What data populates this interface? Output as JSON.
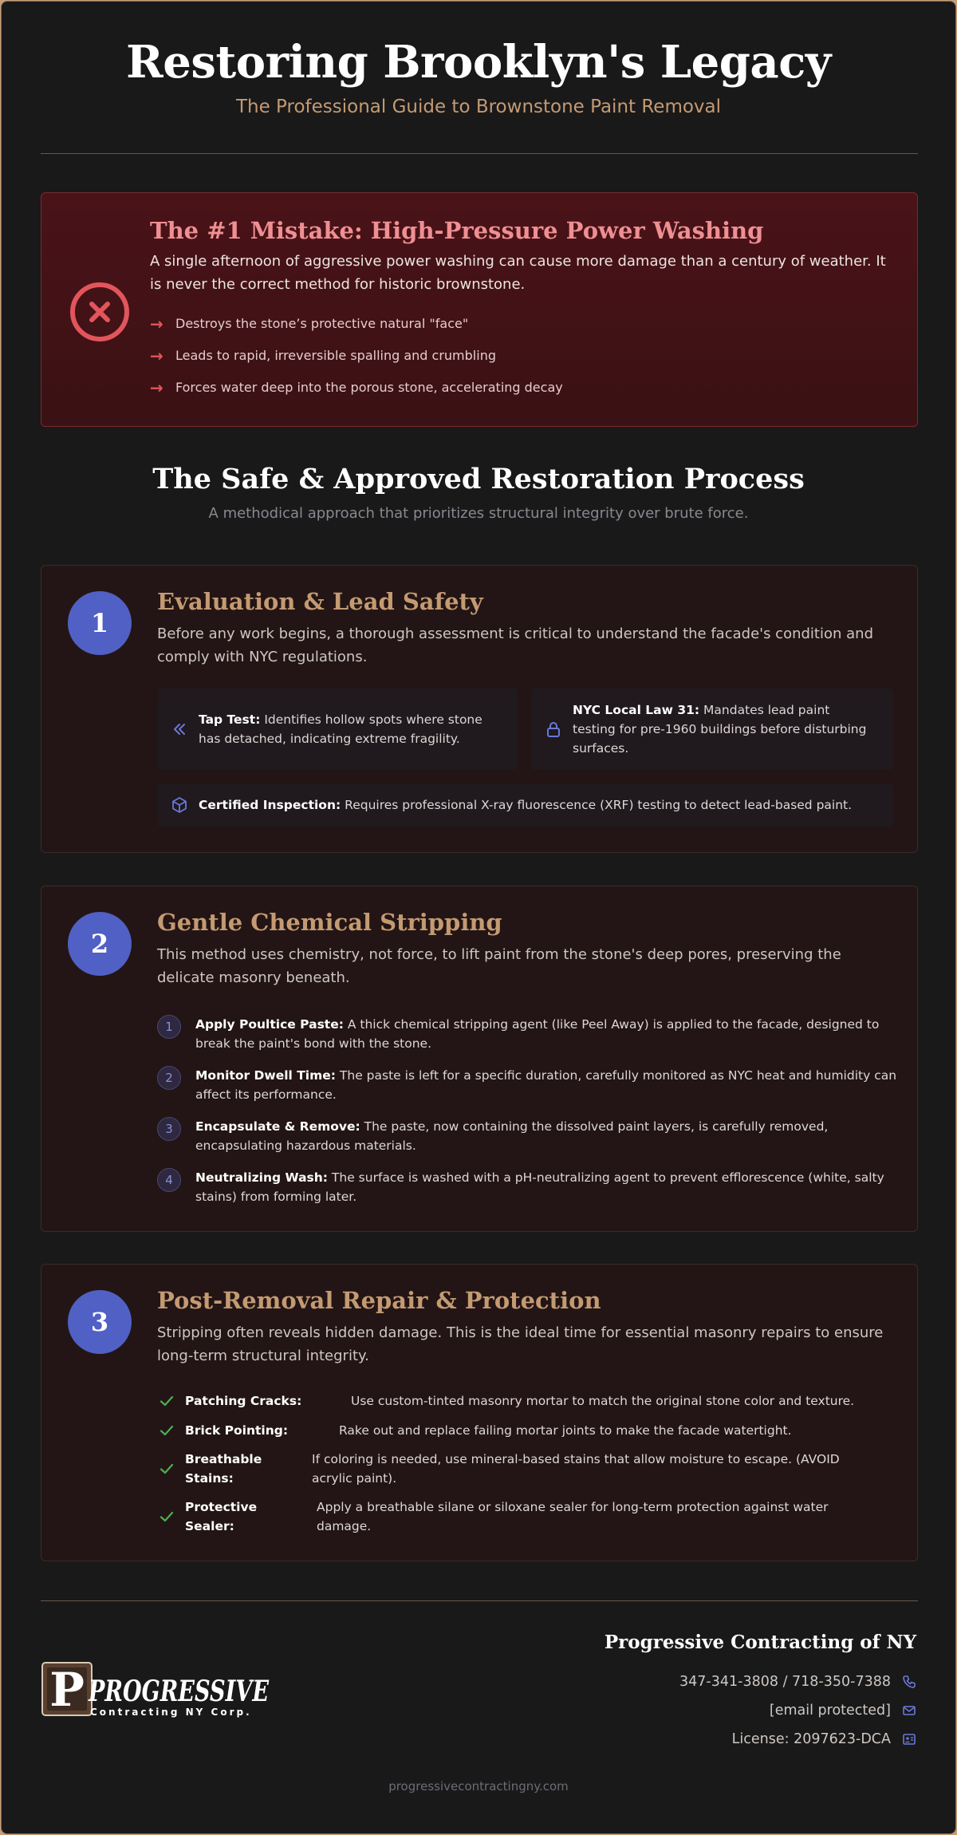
{
  "header": {
    "title": "Restoring Brooklyn's Legacy",
    "subtitle": "The Professional Guide to Brownstone Paint Removal"
  },
  "warning": {
    "icon": "x-circle-icon",
    "title": "The #1 Mistake: High-Pressure Power Washing",
    "text": "A single afternoon of aggressive power washing can cause more damage than a century of weather. It is never the correct method for historic brownstone.",
    "items": [
      "Destroys the stone’s protective natural \"face\"",
      "Leads to rapid, irreversible spalling and crumbling",
      "Forces water deep into the porous stone, accelerating decay"
    ]
  },
  "process": {
    "title": "The Safe & Approved Restoration Process",
    "subtitle": "A methodical approach that prioritizes structural integrity over brute force."
  },
  "steps": [
    {
      "number": "1",
      "title": "Evaluation & Lead Safety",
      "description": "Before any work begins, a thorough assessment is critical to understand the facade's condition and comply with NYC regulations.",
      "boxes": [
        {
          "icon": "double-chevron-left-icon",
          "label": "Tap Test:",
          "text": " Identifies hollow spots where stone has detached, indicating extreme fragility."
        },
        {
          "icon": "lock-icon",
          "label": "NYC Local Law 31:",
          "text": " Mandates lead paint testing for pre-1960 buildings before disturbing surfaces."
        },
        {
          "icon": "cube-icon",
          "label": "Certified Inspection:",
          "text": " Requires professional X-ray fluorescence (XRF) testing to detect lead-based paint."
        }
      ]
    },
    {
      "number": "2",
      "title": "Gentle Chemical Stripping",
      "description": "This method uses chemistry, not force, to lift paint from the stone's deep pores, preserving the delicate masonry beneath.",
      "items": [
        {
          "n": "1",
          "label": "Apply Poultice Paste:",
          "text": " A thick chemical stripping agent (like Peel Away) is applied to the facade, designed to break the paint's bond with the stone."
        },
        {
          "n": "2",
          "label": "Monitor Dwell Time:",
          "text": " The paste is left for a specific duration, carefully monitored as NYC heat and humidity can affect its performance."
        },
        {
          "n": "3",
          "label": "Encapsulate & Remove:",
          "text": " The paste, now containing the dissolved paint layers, is carefully removed, encapsulating hazardous materials."
        },
        {
          "n": "4",
          "label": "Neutralizing Wash:",
          "text": " The surface is washed with a pH-neutralizing agent to prevent efflorescence (white, salty stains) from forming later."
        }
      ]
    },
    {
      "number": "3",
      "title": "Post-Removal Repair & Protection",
      "description": "Stripping often reveals hidden damage. This is the ideal time for essential masonry repairs to ensure long-term structural integrity.",
      "items": [
        {
          "icon": "check-icon",
          "label": "Patching Cracks:",
          "text": "Use custom-tinted masonry mortar to match the original stone color and texture."
        },
        {
          "icon": "check-icon",
          "label": "Brick Pointing:",
          "text": "Rake out and replace failing mortar joints to make the facade watertight."
        },
        {
          "icon": "check-icon",
          "label": "Breathable Stains:",
          "text": "If coloring is needed, use mineral-based stains that allow moisture to escape. (AVOID acrylic paint)."
        },
        {
          "icon": "check-icon",
          "label": "Protective Sealer:",
          "text": "Apply a breathable silane or siloxane sealer for long-term protection against water damage."
        }
      ]
    }
  ],
  "footer": {
    "logo_text": "PROGRESSIVE",
    "logo_subtext": "Contracting NY Corp.",
    "company": "Progressive Contracting of NY",
    "phone": "347-341-3808 / 718-350-7388",
    "email": "[email protected]",
    "license": "License: 2097623-DCA",
    "website": "progressivecontractingny.com"
  },
  "colors": {
    "background": "#19191a",
    "accent_tan": "#c49a72",
    "accent_blue": "#5060c4",
    "danger": "#e2555c",
    "check_green": "#4caf50"
  }
}
